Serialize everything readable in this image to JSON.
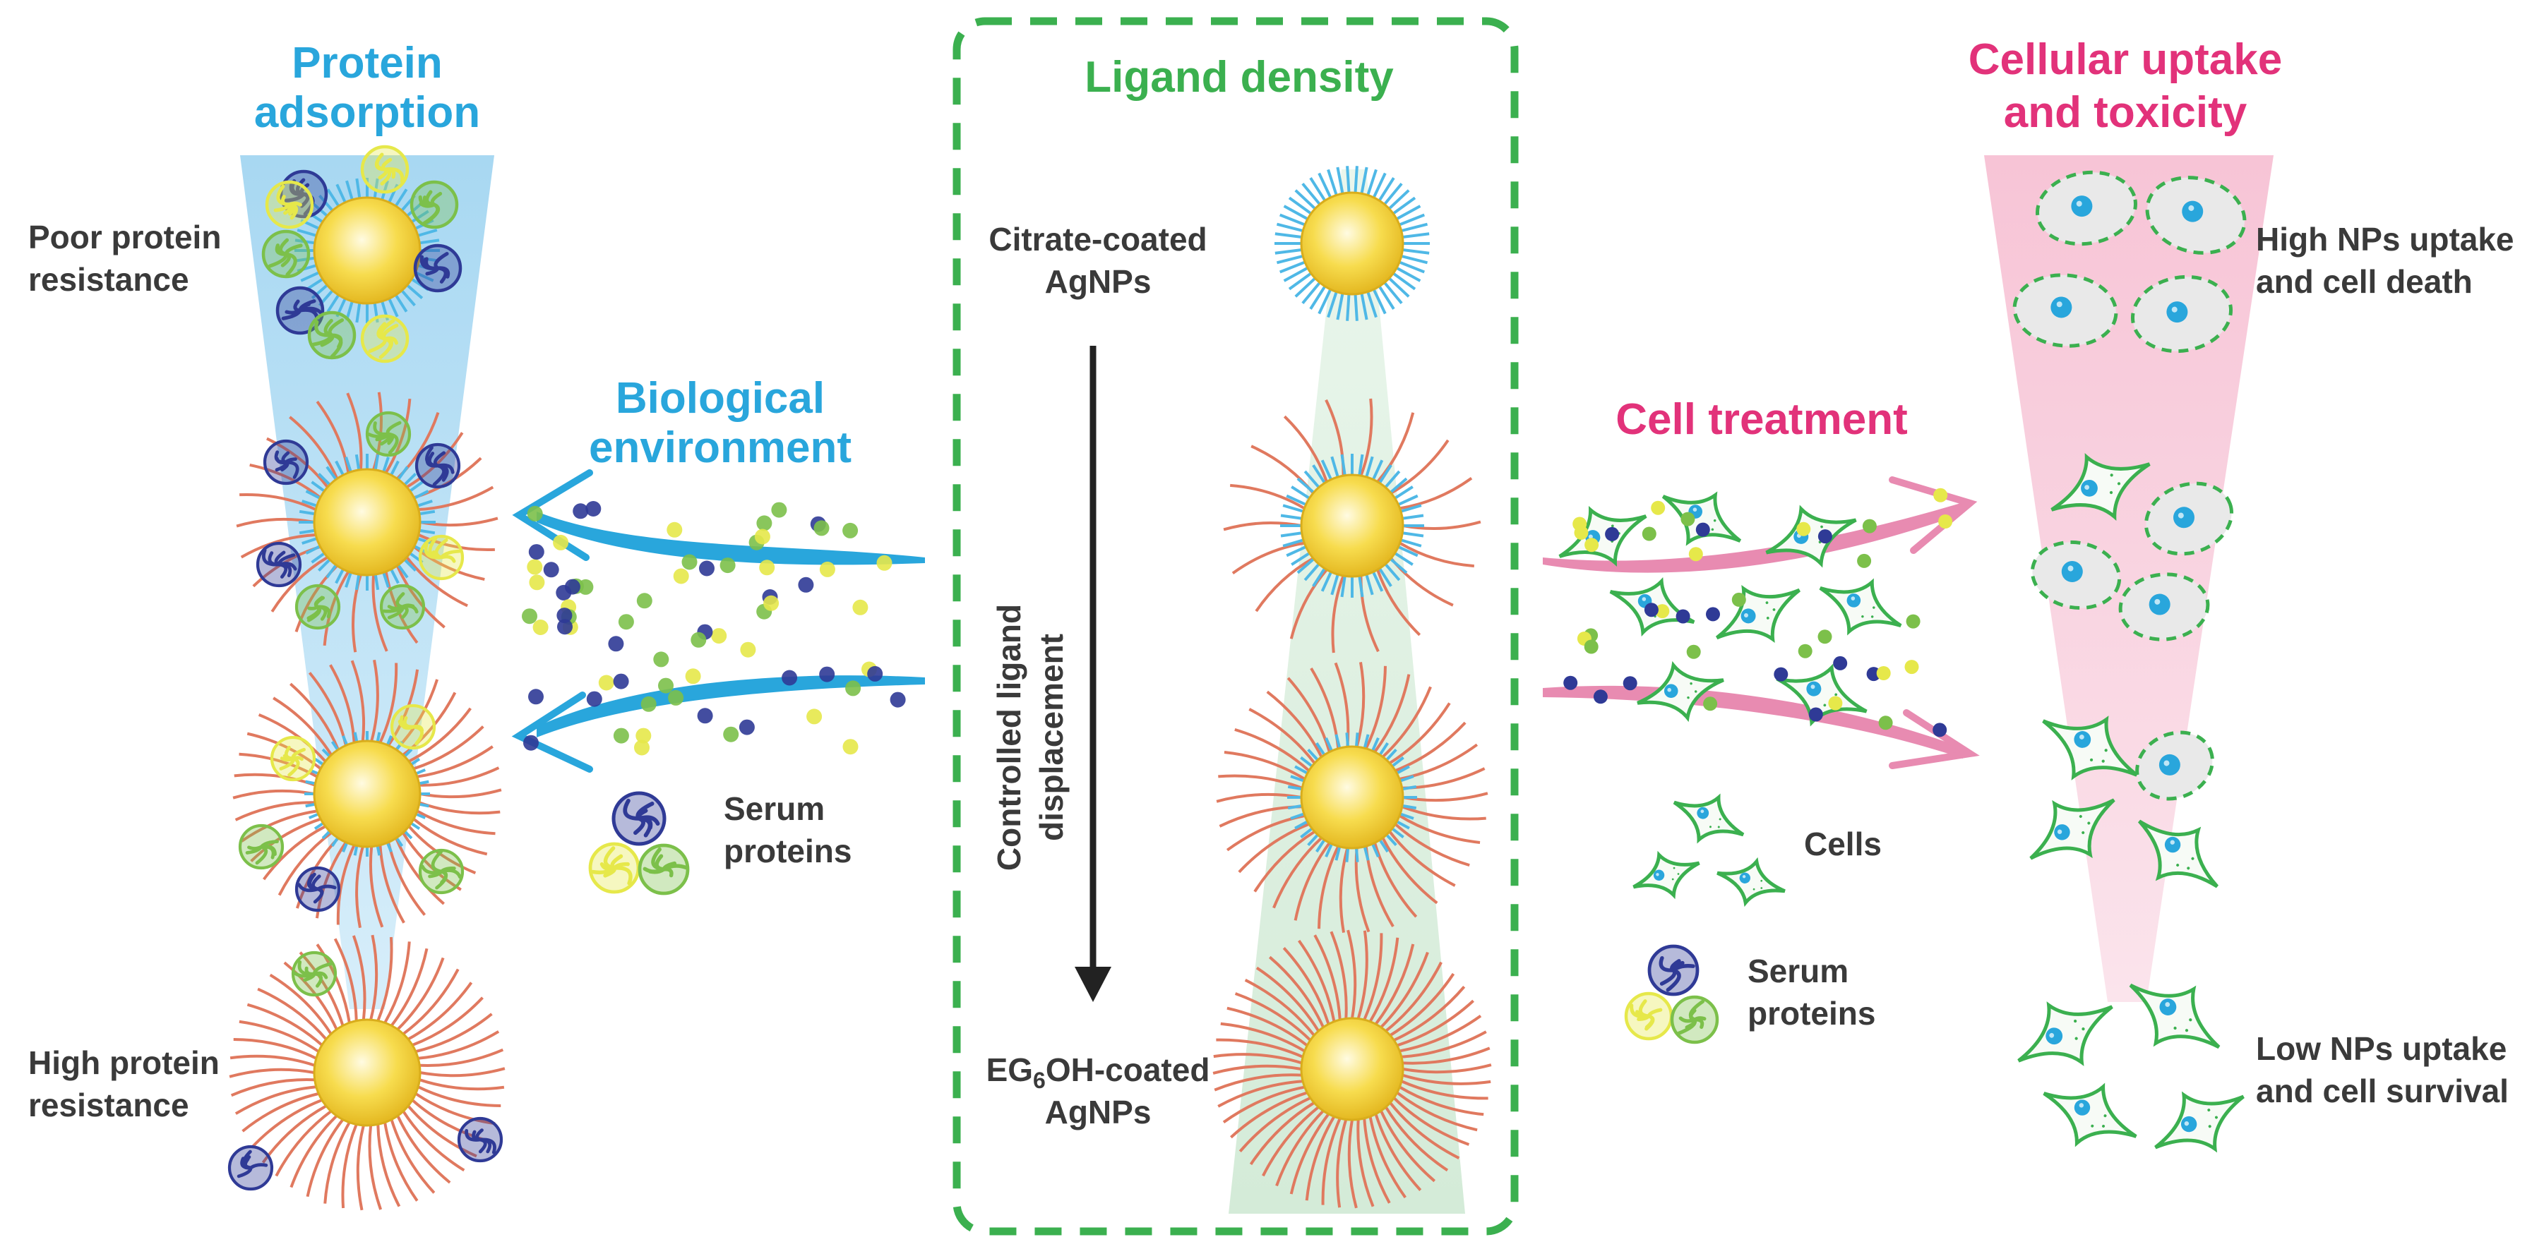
{
  "protein_adsorption": {
    "title_line1": "Protein",
    "title_line2": "adsorption",
    "top_label_line1": "Poor protein",
    "top_label_line2": "resistance",
    "bottom_label_line1": "High protein",
    "bottom_label_line2": "resistance"
  },
  "biological_environment": {
    "title_line1": "Biological",
    "title_line2": "environment",
    "serum_line1": "Serum",
    "serum_line2": "proteins"
  },
  "ligand_density": {
    "title": "Ligand density",
    "top_label_line1": "Citrate-coated",
    "top_label_line2": "AgNPs",
    "arrow_label_line1": "Controlled ligand",
    "arrow_label_line2": "displacement",
    "bottom_label_prefix": "EG",
    "bottom_label_subscript": "6",
    "bottom_label_suffix": "OH-coated",
    "bottom_label_line2": "AgNPs"
  },
  "cell_treatment": {
    "title": "Cell treatment",
    "cells_label": "Cells",
    "serum_line1": "Serum",
    "serum_line2": "proteins"
  },
  "cellular_uptake": {
    "title_line1": "Cellular uptake",
    "title_line2": "and toxicity",
    "top_label_line1": "High NPs uptake",
    "top_label_line2": "and cell death",
    "bottom_label_line1": "Low NPs uptake",
    "bottom_label_line2": "and cell survival"
  },
  "colors": {
    "blue": "#29a6dc",
    "green": "#3bb04f",
    "pink": "#e2327a",
    "gold": "#f4cf2a",
    "protein_navy": "#2f3a96",
    "protein_lime": "#e6e84a",
    "protein_green": "#7cc04a"
  }
}
